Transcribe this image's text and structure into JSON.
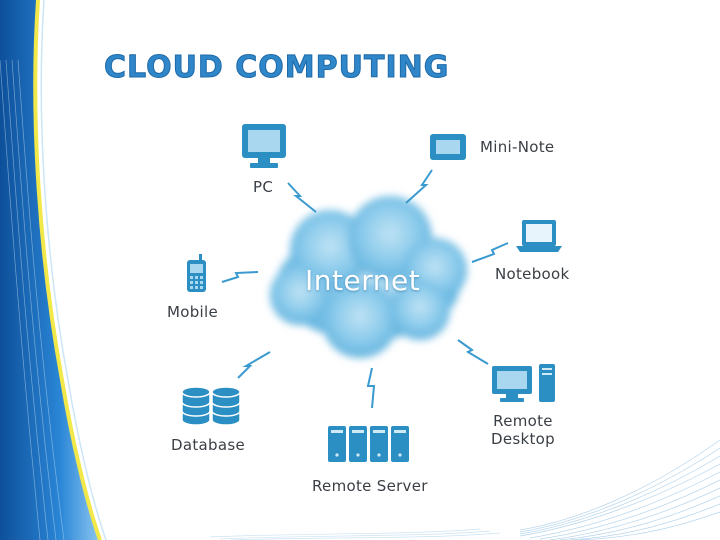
{
  "slide": {
    "title": "CLOUD COMPUTING"
  },
  "diagram": {
    "center": "Internet",
    "nodes": {
      "pc": "PC",
      "mini_note": "Mini-Note",
      "notebook": "Notebook",
      "mobile": "Mobile",
      "database": "Database",
      "remote_server": "Remote Server",
      "remote_desktop_line1": "Remote",
      "remote_desktop_line2": "Desktop"
    }
  },
  "colors": {
    "title": "#2f86c8",
    "icon": "#2b8fc4",
    "cloud": "#7cc2e6",
    "band_blue": "#1e6fbf",
    "band_yellow": "#f3e84a"
  }
}
